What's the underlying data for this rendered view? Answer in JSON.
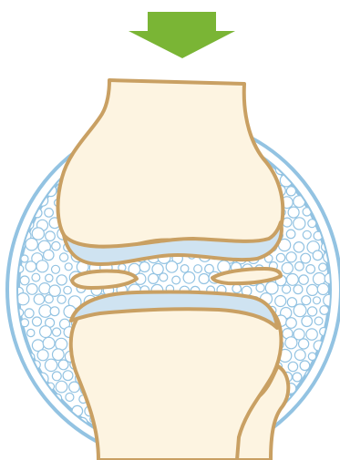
{
  "colors": {
    "background": "#ffffff",
    "arrow": "#7ab535",
    "bone_fill": "#fdf4e1",
    "bone_outline": "#c9a063",
    "cartilage": "#cfe3f1",
    "capsule_ring": "#93c3e2",
    "synovial_bubble": "#93c3e2",
    "synovial_fill": "#ffffff"
  },
  "icons": {
    "load_arrow": "down-arrow-icon"
  },
  "figure": {
    "subject": "knee-joint-cross-section",
    "load_direction": "downward",
    "parts": [
      "upper-bone",
      "lower-bone",
      "upper-cartilage",
      "lower-cartilage",
      "meniscus-left",
      "meniscus-right",
      "joint-capsule",
      "synovial-fluid",
      "fibula"
    ]
  }
}
